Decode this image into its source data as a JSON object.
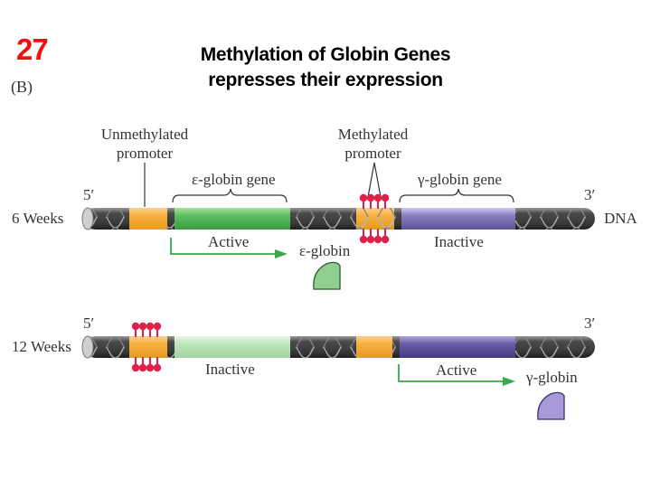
{
  "slide_number": "27",
  "panel_label": "(B)",
  "title": {
    "line1": "Methylation of Globin Genes",
    "line2": "represses their expression"
  },
  "row_6_weeks": {
    "label": "6 Weeks",
    "five_prime": "5′",
    "three_prime": "3′",
    "dna_label": "DNA",
    "unmethylated_promoter": [
      "Unmethylated",
      "promoter"
    ],
    "methylated_promoter": [
      "Methylated",
      "promoter"
    ],
    "epsilon_gene_label": "ε-globin gene",
    "gamma_gene_label": "γ-globin gene",
    "epsilon_status": "Active",
    "gamma_status": "Inactive",
    "product_label": "ε-globin"
  },
  "row_12_weeks": {
    "label": "12 Weeks",
    "five_prime": "5′",
    "three_prime": "3′",
    "epsilon_status": "Inactive",
    "gamma_status": "Active",
    "product_label": "γ-globin"
  },
  "colors": {
    "promoter": "#f7b040",
    "epsilon_gene_active": "#5cc060",
    "epsilon_gene_inactive": "#bde6bb",
    "gamma_gene": "#8a7fc0",
    "dna_rod": "#5a5a5a",
    "methyl_group": "#e0204a",
    "arrow": "#3aa84a",
    "epsilon_protein": "#8fd08f",
    "gamma_protein": "#a89ad8",
    "slide_number": "#ee1111"
  }
}
